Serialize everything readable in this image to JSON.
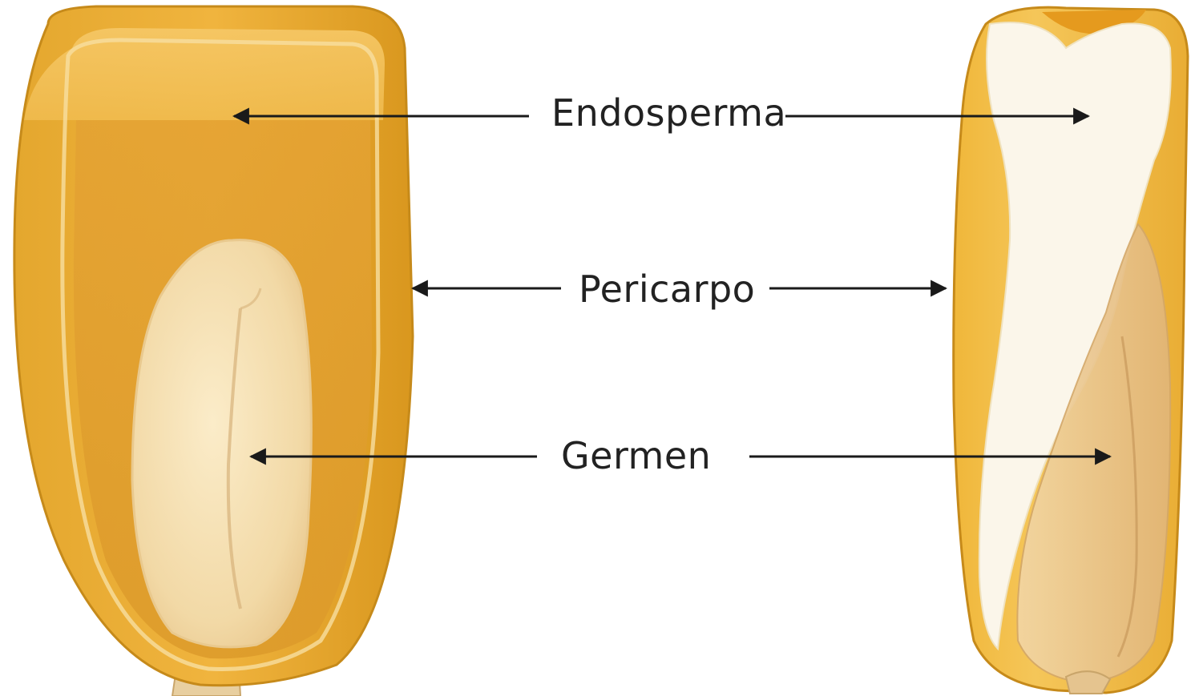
{
  "labels": {
    "endosperm": "Endosperma",
    "pericarp": "Pericarpo",
    "germ": "Germen"
  },
  "colors": {
    "kernel_outer": "#e5a92e",
    "kernel_light": "#f5c75a",
    "kernel_dark": "#d48d18",
    "germ": "#f3ddb0",
    "endosperm_white": "#fbf6ea",
    "arrow": "#1a1a1a",
    "label_text": "#222222"
  }
}
